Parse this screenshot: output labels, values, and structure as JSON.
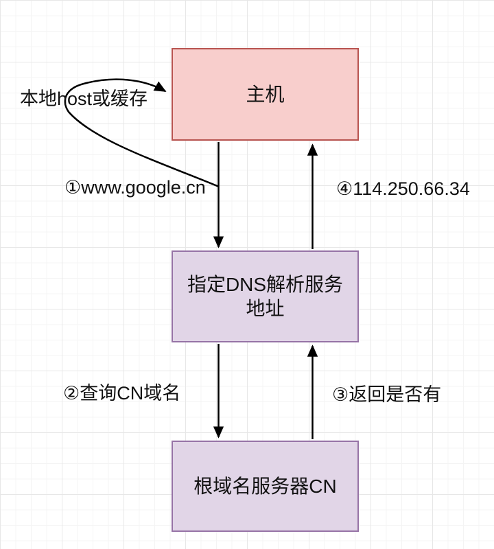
{
  "diagram": {
    "type": "flow-diagram",
    "topic": "DNS resolution flow",
    "nodes": [
      {
        "id": "host",
        "label": "主机",
        "fill": "#f8cecc",
        "stroke": "#b85450"
      },
      {
        "id": "dns",
        "label": "指定DNS解析服务地址",
        "fill": "#e1d5e7",
        "stroke": "#9673a6"
      },
      {
        "id": "root",
        "label": "根域名服务器CN",
        "fill": "#e1d5e7",
        "stroke": "#9673a6"
      }
    ],
    "edges": [
      {
        "id": "step1",
        "label": "①www.google.cn",
        "from": "主机",
        "to": "指定DNS解析服务地址",
        "direction": "down"
      },
      {
        "id": "step4",
        "label": "④114.250.66.34",
        "from": "指定DNS解析服务地址",
        "to": "主机",
        "direction": "up"
      },
      {
        "id": "step2",
        "label": "②查询CN域名",
        "from": "指定DNS解析服务地址",
        "to": "根域名服务器CN",
        "direction": "down"
      },
      {
        "id": "step3",
        "label": "③返回是否有",
        "from": "根域名服务器CN",
        "to": "指定DNS解析服务地址",
        "direction": "up"
      }
    ],
    "annotation": {
      "label": "本地host或缓存",
      "points_to": "主机"
    },
    "colors": {
      "line": "#000000",
      "text": "#111111",
      "grid_minor": "#f4f4f4",
      "grid_major": "#e7e7e7",
      "background": "#ffffff"
    }
  }
}
